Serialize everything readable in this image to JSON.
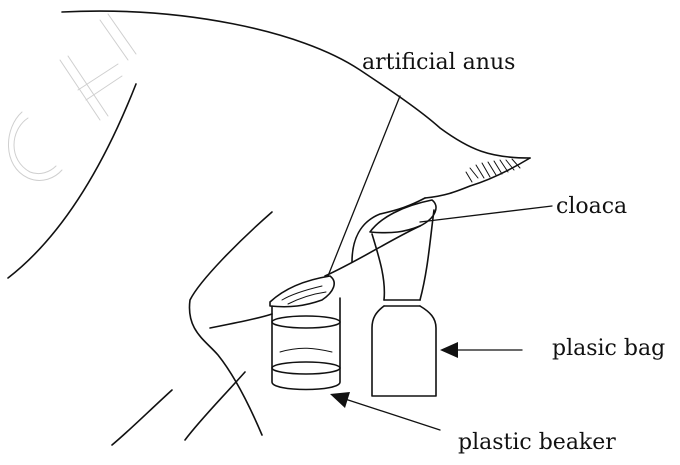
{
  "labels": {
    "artificial_anus": "artificial anus",
    "cloaca": "cloaca",
    "bag": "plasic bag",
    "beaker": "plastic beaker"
  },
  "watermark": "Chi"
}
